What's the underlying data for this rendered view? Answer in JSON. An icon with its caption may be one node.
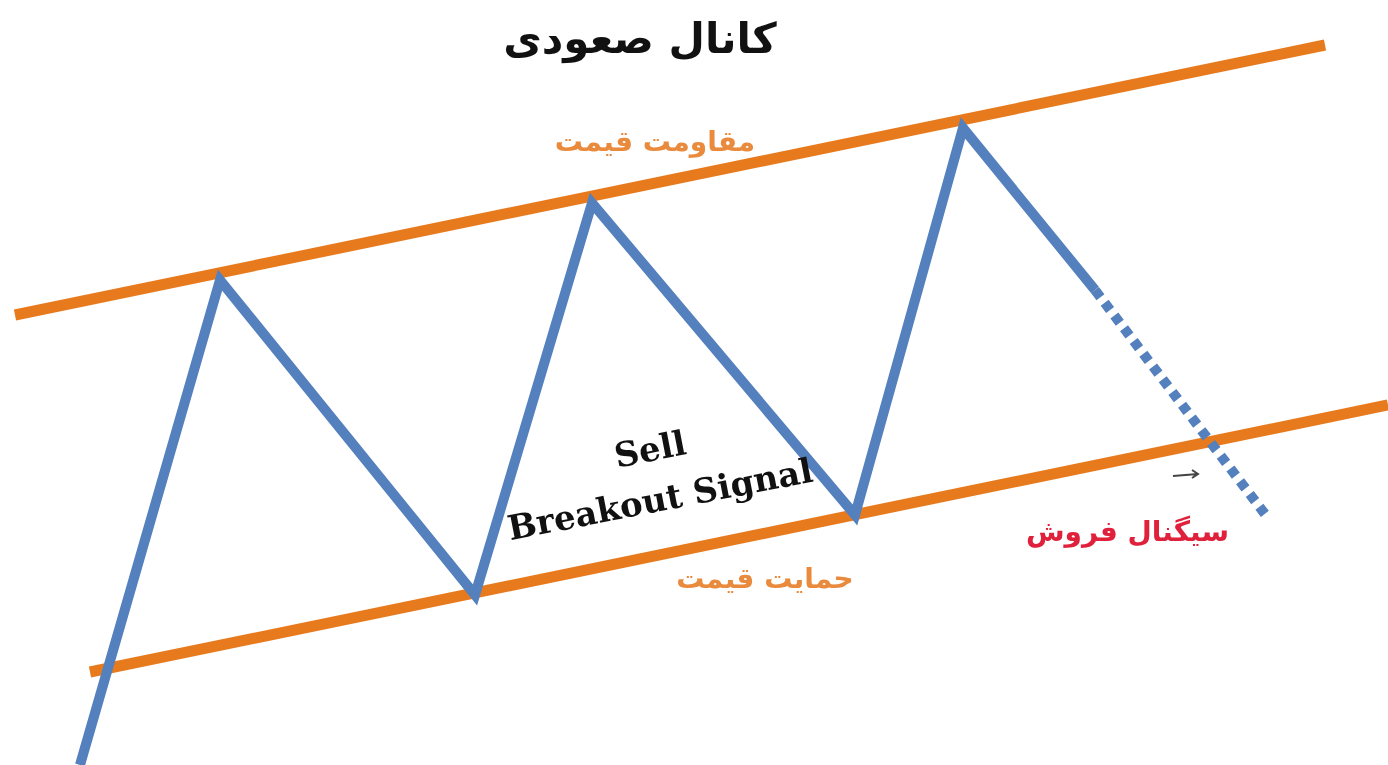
{
  "diagram": {
    "title": "کانال صعودی",
    "labels": [
      "مقاومت قیمت",
      "Sell",
      "Breakout Signal",
      "حمایت قیمت",
      "سیگنال فروش"
    ]
  }
}
